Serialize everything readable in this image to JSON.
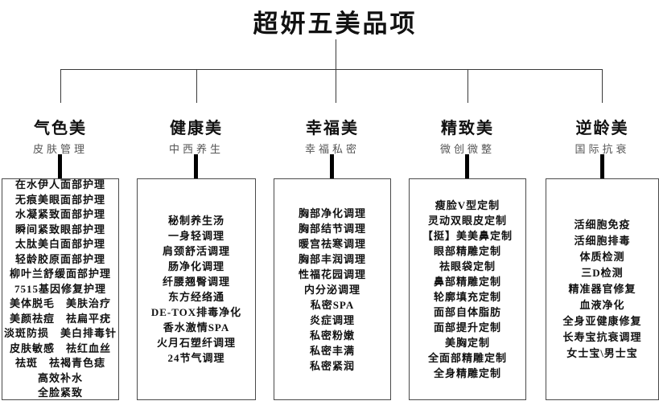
{
  "title": "超妍五美品项",
  "branches": [
    {
      "name": "气色美",
      "subtitle": "皮肤管理",
      "items": [
        "在水伊人面部护理",
        "无痕美眼面部护理",
        "水凝紧致面部护理",
        "瞬间紧致眼部护理",
        "太肽美白面部护理",
        "轻龄胶原面部护理",
        "柳叶兰舒缓面部护理",
        "7515基因修复护理",
        "美体脱毛　美肤治疗",
        "美颜祛痘　祛扁平疣",
        "淡斑防损　美白排毒针",
        "皮肤敏感　祛红血丝",
        "祛斑　祛褐青色痣",
        "高效补水",
        "全脸紧致"
      ]
    },
    {
      "name": "健康美",
      "subtitle": "中西养生",
      "items": [
        "秘制养生汤",
        "一身轻调理",
        "肩颈舒活调理",
        "肠净化调理",
        "纤腰翘臀调理",
        "东方经络通",
        "DE-TOX排毒净化",
        "香水激情SPA",
        "火月石塑纤调理",
        "24节气调理"
      ]
    },
    {
      "name": "幸福美",
      "subtitle": "幸福私密",
      "items": [
        "胸部净化调理",
        "胸部结节调理",
        "暖宫祛寒调理",
        "胸部丰润调理",
        "性福花园调理",
        "内分泌调理",
        "私密SPA",
        "炎症调理",
        "私密粉嫩",
        "私密丰满",
        "私密紧润"
      ]
    },
    {
      "name": "精致美",
      "subtitle": "微创微整",
      "items": [
        "瘦脸V型定制",
        "灵动双眼皮定制",
        "【挺】美美鼻定制",
        "眼部精雕定制",
        "祛眼袋定制",
        "鼻部精雕定制",
        "轮廓填充定制",
        "面部自体脂肪",
        "面部提升定制",
        "美胸定制",
        "全面部精雕定制",
        "全身精雕定制"
      ]
    },
    {
      "name": "逆龄美",
      "subtitle": "国际抗衰",
      "items": [
        "活细胞免疫",
        "活细胞排毒",
        "体质检测",
        "三D检测",
        "精准器官修复",
        "血液净化",
        "全身亚健康修复",
        "长寿宝抗衰调理",
        "女士宝\\男士宝"
      ]
    }
  ],
  "colors": {
    "background": "#ffffff",
    "text": "#111111",
    "subtitle_gray": "#555555",
    "connector_line": "#3a3a3a",
    "stub_black": "#000000",
    "box_border": "#4a4a4a"
  }
}
